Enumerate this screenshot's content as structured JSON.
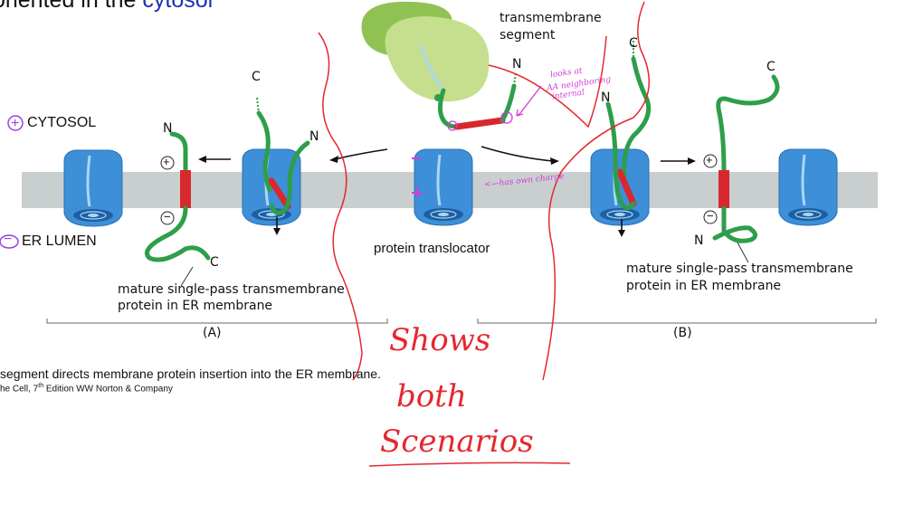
{
  "top_text": "oriented in the cytosol",
  "labels": {
    "cytosol": "CYTOSOL",
    "er_lumen": "ER LUMEN",
    "transmembrane_segment_1": "transmembrane",
    "transmembrane_segment_2": "segment",
    "protein_translocator": "protein translocator",
    "mature_a_1": "mature single-pass transmembrane",
    "mature_a_2": "protein in ER membrane",
    "mature_b_1": "mature single-pass transmembrane",
    "mature_b_2": "protein in ER membrane",
    "panel_a": "(A)",
    "panel_b": "(B)",
    "n": "N",
    "c": "C",
    "plus": "+",
    "minus": "−"
  },
  "caption": {
    "line1": "segment directs membrane protein insertion into the ER membrane.",
    "line2_prefix": "he Cell, 7",
    "line2_sup": "th",
    "line2_suffix": " Edition WW Norton & Company"
  },
  "annotations": {
    "looks_at": "looks at",
    "aa_neighboring": "AA neighboring",
    "internal": "internal",
    "has_own_charge": "has own charge",
    "shows": "Shows",
    "both": "both",
    "scenarios": "Scenarios"
  },
  "colors": {
    "membrane": "#c9cfcf",
    "translocator": "#3d8fd8",
    "translocator_dark": "#1e5fa3",
    "chain": "#2e9e4a",
    "segment": "#d8282e",
    "ribosome_small": "#c5df8e",
    "ribosome_large": "#8fc253",
    "ink_red": "#e5282e",
    "ink_magenta": "#d43bd6",
    "ink_purple": "#9a3fe0",
    "top_blue": "#1a2fb5"
  }
}
